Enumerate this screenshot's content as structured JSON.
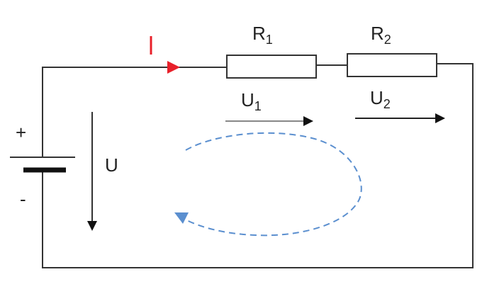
{
  "labels": {
    "current": "I",
    "r1": "R",
    "r1_sub": "1",
    "r2": "R",
    "r2_sub": "2",
    "u1": "U",
    "u1_sub": "1",
    "u2": "U",
    "u2_sub": "2",
    "u": "U",
    "plus": "+",
    "minus": "-"
  },
  "colors": {
    "wire": "#333333",
    "current": "#e8202a",
    "loop": "#5b8fcf"
  }
}
